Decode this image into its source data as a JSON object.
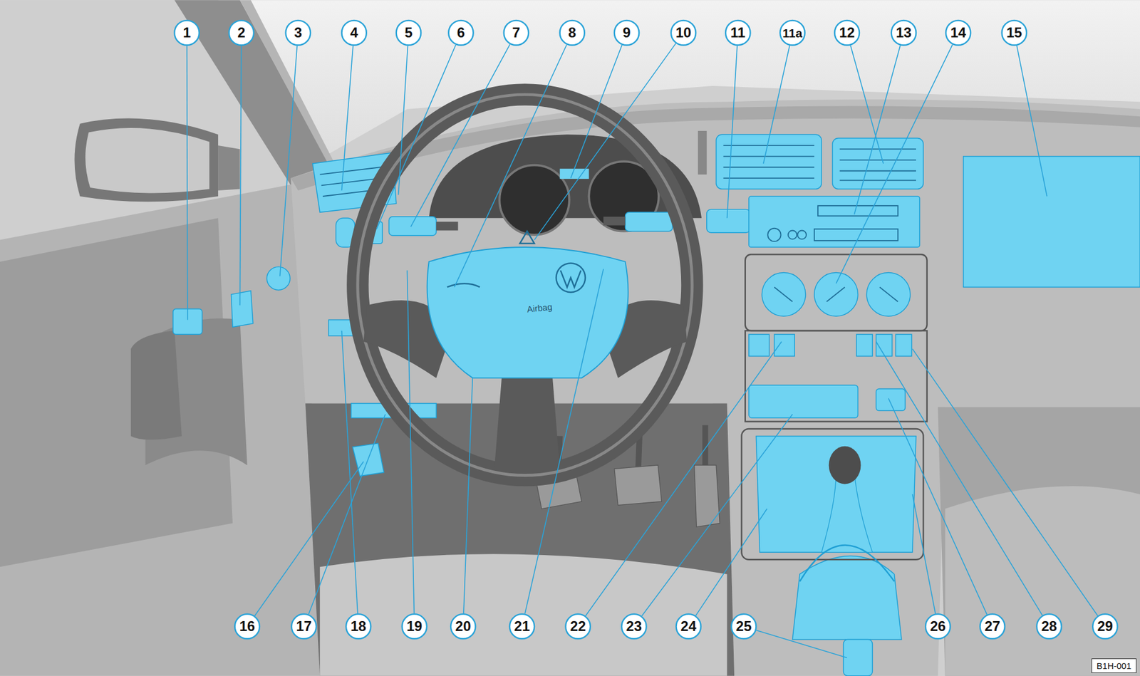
{
  "diagram": {
    "labels": [
      "1",
      "2",
      "3",
      "4",
      "5",
      "6",
      "7",
      "8",
      "9",
      "10",
      "11",
      "11a",
      "12",
      "13",
      "14",
      "15",
      "16",
      "17",
      "18",
      "19",
      "20",
      "21",
      "22",
      "23",
      "24",
      "25",
      "26",
      "27",
      "28",
      "29",
      "Airbag",
      "B1H-001"
    ]
  }
}
